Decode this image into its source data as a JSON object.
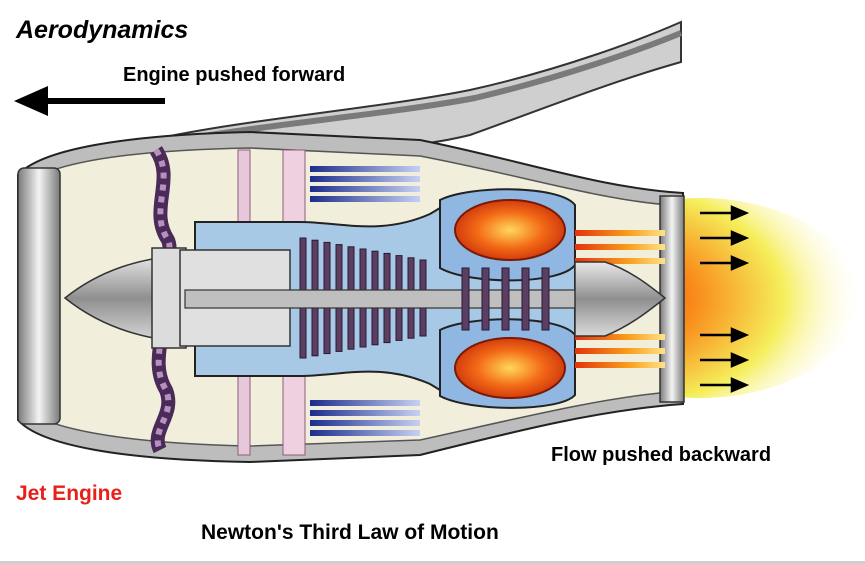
{
  "diagram": {
    "title": "Aerodynamics",
    "thrust_label": "Engine pushed forward",
    "exhaust_label": "Flow pushed backward",
    "engine_name": "Jet Engine",
    "caption": "Newton's Third Law of Motion"
  },
  "colors": {
    "engine_name": "#e8201a",
    "nacelle": "#c8c8c8",
    "core_fill": "#f0eedc",
    "compressor_blades": "#5a3f63",
    "bypass_flow": "#2b3f9e",
    "combustor": "#e54a10",
    "flame": "#f7a21b",
    "exhaust_plume": "#f4ec3a",
    "arrows": "#000000"
  },
  "icons": [
    "left-arrow-icon",
    "right-arrow-icon"
  ]
}
